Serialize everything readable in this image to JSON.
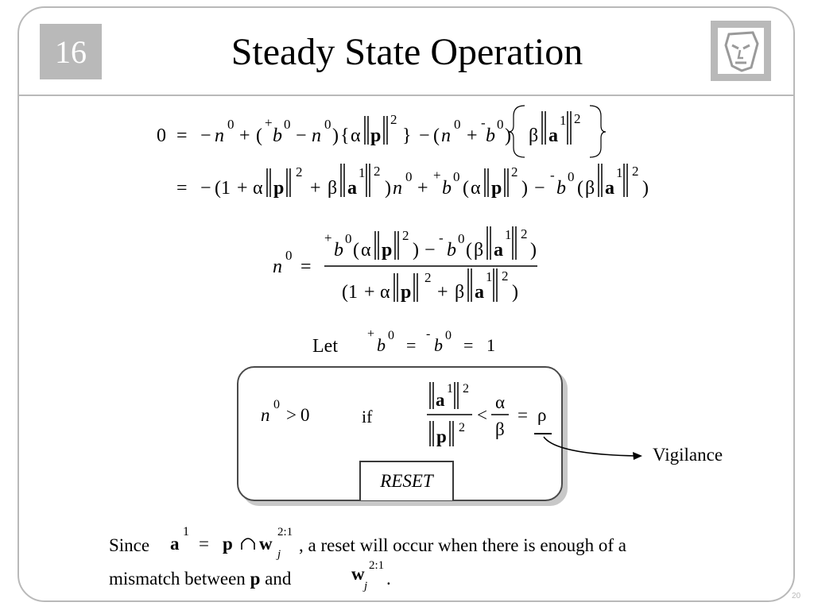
{
  "slide": {
    "chapter": "16",
    "title": "Steady State Operation",
    "page_number": "20"
  },
  "equations": {
    "steady_state_line1": "0 = −n⁰ + (⁺b⁰ − n⁰){α‖p‖²} − (n⁰ + ⁻b⁰){β‖a¹‖²}",
    "steady_state_line2": "= −(1 + α‖p‖² + β‖a¹‖²)n⁰ + ⁺b⁰(α‖p‖²) − ⁻b⁰(β‖a¹‖²)",
    "solution": "n⁰ = [⁺b⁰(α‖p‖²) − ⁻b⁰(β‖a¹‖²)] / (1 + α‖p‖² + β‖a¹‖²)",
    "let_label": "Let",
    "let_condition": "⁺b⁰ = ⁻b⁰ = 1",
    "condition": "n⁰ > 0 if ‖a¹‖²/‖p‖² < α/β = ρ",
    "if_word": "if"
  },
  "annotations": {
    "reset_label": "RESET",
    "vigilance_label": "Vigilance"
  },
  "footer_text": {
    "since_word": "Since",
    "clause1": ", a reset will occur when there is enough of a",
    "clause2_start": "mismatch between",
    "p_bold": "p",
    "and_word": "and",
    "period": "."
  },
  "colors": {
    "frame_gray": "#b9b9b9",
    "text": "#000000"
  }
}
